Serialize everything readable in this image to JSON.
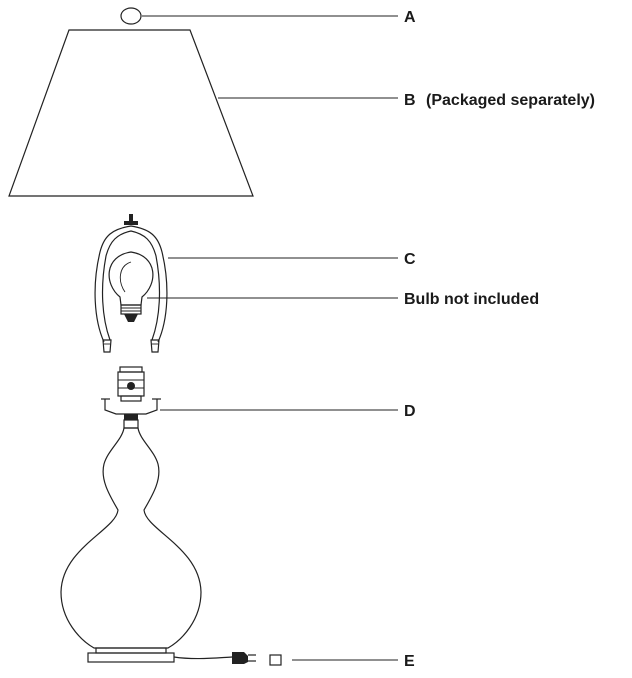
{
  "parts": {
    "a": {
      "label": "A"
    },
    "b": {
      "label": "B",
      "note": "(Packaged separately)"
    },
    "c": {
      "label": "C"
    },
    "bulb": {
      "label": "Bulb not included"
    },
    "d": {
      "label": "D"
    },
    "e": {
      "label": "E"
    }
  }
}
